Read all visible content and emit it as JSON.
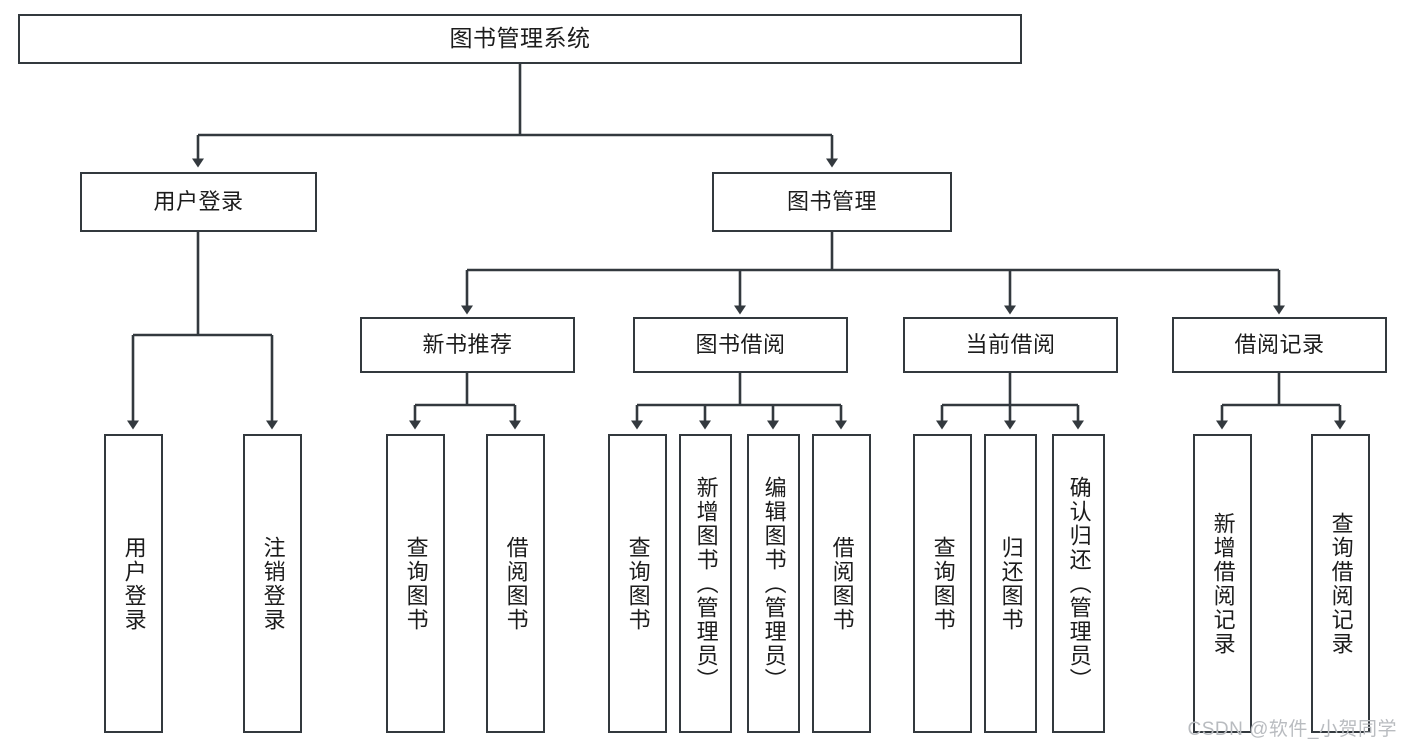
{
  "diagram": {
    "title": "图书管理系统",
    "type": "tree-hierarchy-chart",
    "line_color": "#33393e",
    "text_color": "#1c1c1c",
    "background": "#ffffff",
    "watermark": "CSDN @软件_小贺同学"
  },
  "nodes": {
    "root": {
      "label": "图书管理系统"
    },
    "level2": [
      {
        "label": "用户登录"
      },
      {
        "label": "图书管理"
      }
    ],
    "level3": [
      {
        "label": "新书推荐"
      },
      {
        "label": "图书借阅"
      },
      {
        "label": "当前借阅"
      },
      {
        "label": "借阅记录"
      }
    ],
    "leaves": {
      "user_login": [
        {
          "label": "用户登录"
        },
        {
          "label": "注销登录"
        }
      ],
      "new_book_recommend": [
        {
          "label": "查询图书"
        },
        {
          "label": "借阅图书"
        }
      ],
      "book_borrow": [
        {
          "label": "查询图书"
        },
        {
          "label": "新增图书（管理员）"
        },
        {
          "label": "编辑图书（管理员）"
        },
        {
          "label": "借阅图书"
        }
      ],
      "current_borrow": [
        {
          "label": "查询图书"
        },
        {
          "label": "归还图书"
        },
        {
          "label": "确认归还（管理员）"
        }
      ],
      "borrow_record": [
        {
          "label": "新增借阅记录"
        },
        {
          "label": "查询借阅记录"
        }
      ]
    }
  }
}
